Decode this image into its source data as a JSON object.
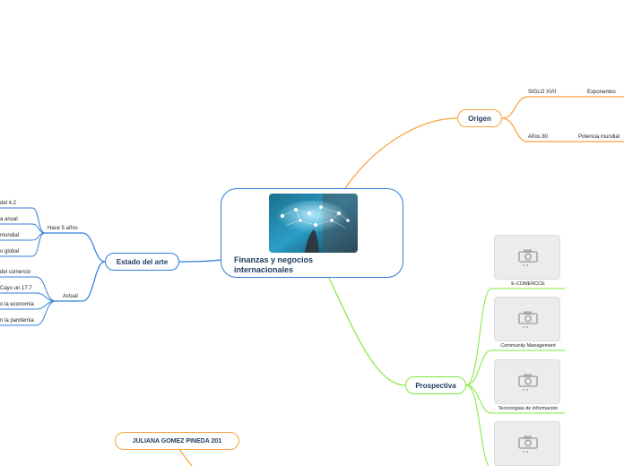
{
  "central": {
    "title_line1": "Finanzas y negocios",
    "title_line2": "internacionales"
  },
  "origen": {
    "label": "Origen",
    "items": [
      {
        "label": "SIGLO XVII",
        "child": "Exponentes"
      },
      {
        "label": "Años 80",
        "child": "Potencia mundial"
      }
    ]
  },
  "estado": {
    "label": "Estado del arte",
    "hace": {
      "label": "Hace 5 años",
      "leaves": [
        "del 4.2",
        "a anual",
        "mundial",
        "o global"
      ]
    },
    "actual": {
      "label": "Actual",
      "leaves": [
        "del comercio",
        "Cayo un 17.7",
        "o la economía",
        "n la pandemia"
      ]
    }
  },
  "prospectiva": {
    "label": "Prospectiva",
    "items": [
      "E-COMERCCE",
      "Community Management",
      "Tecnologias de información",
      ""
    ]
  },
  "author": {
    "label": "JULIANA GOMEZ PINEDA 201"
  },
  "colors": {
    "origen": "#f7a23b",
    "estado": "#2f7ed8",
    "prospectiva": "#7ee83a",
    "author": "#f7a23b",
    "central_border": "#2f7ed8"
  }
}
